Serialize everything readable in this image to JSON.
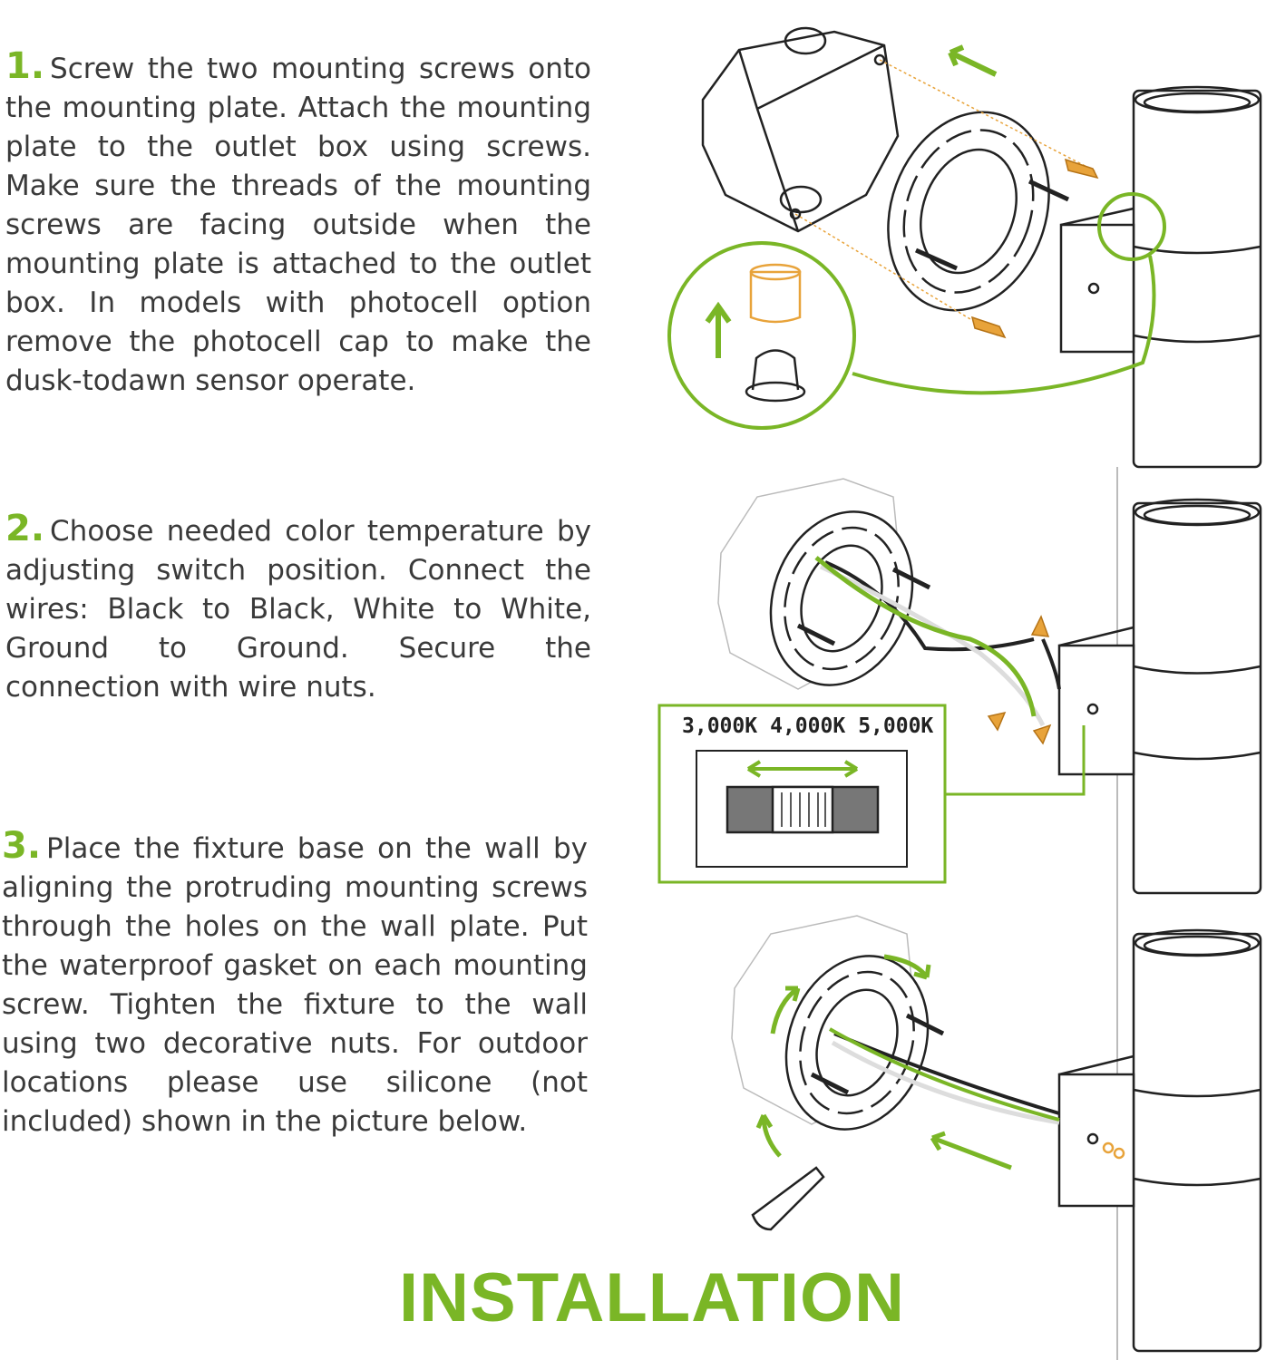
{
  "steps": [
    {
      "number": "1.",
      "text": "Screw the two mounting screws onto the mounting plate. Attach the mounting plate to the outlet box using screws. Make sure the threads of the mounting screws are facing outside when the mounting plate is attached to the outlet box. In models with photocell option remove the photocell cap to make the dusk-todawn sensor operate."
    },
    {
      "number": "2.",
      "text": "Choose needed color temperature by adjusting switch position. Connect the wires: Black to Black, White to White, Ground to Ground. Secure the connection with wire nuts."
    },
    {
      "number": "3.",
      "text": "Place the fixture base on the wall by aligning the protruding mounting screws through the holes on the wall plate. Put the waterproof gasket on each mounting screw. Tighten the fixture to the wall using two decorative nuts. For outdoor locations please use silicone (not included) shown in the picture below."
    }
  ],
  "switch": {
    "labels": [
      "3,000K",
      "4,000K",
      "5,000K"
    ]
  },
  "title": "INSTALLATION",
  "colors": {
    "accent": "#7ab626",
    "text": "#3a3a3a",
    "screw": "#e8a33a"
  }
}
